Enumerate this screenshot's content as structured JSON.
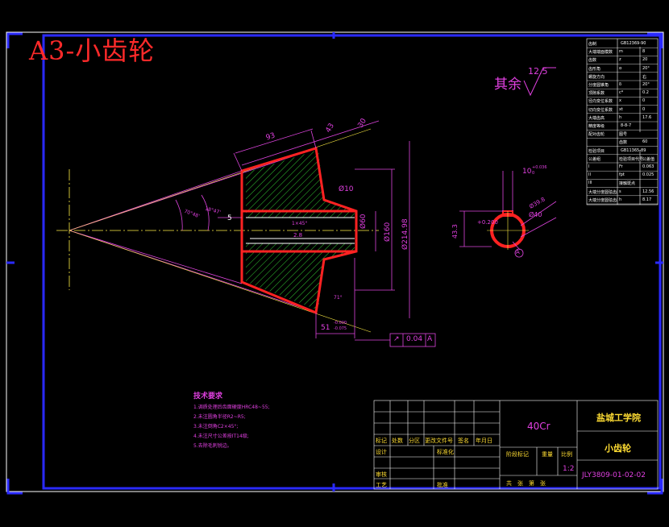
{
  "title": "A3-小齿轮",
  "roughness": {
    "label": "其余",
    "value": "12.5"
  },
  "tech_requirements": {
    "title": "技术要求",
    "lines": [
      "1.调质处理后齿面硬度HRC48~55;",
      "2.未注圆角半径R2~R5;",
      "3.未注倒角C2×45°;",
      "4.未注尺寸公差按IT14级;",
      "5.去除毛刺锐边。"
    ]
  },
  "title_block": {
    "material": "40Cr",
    "school": "盐城工学院",
    "part_name": "小齿轮",
    "drawing_no": "JLY3809-01-02-02",
    "scale": "1:2",
    "headers": [
      "标记",
      "处数",
      "分区",
      "更改文件号",
      "签名",
      "年月日"
    ],
    "design": "设计",
    "standard": "标准化",
    "review": "审核",
    "craft": "工艺",
    "approve": "批准",
    "stage": "阶段标记",
    "weight": "重量",
    "ratio": "比例",
    "sheets": "共　张　第　张"
  },
  "params_table": {
    "rows": [
      [
        "齿制",
        "GB12369-90"
      ],
      [
        "大端端面模数",
        "m",
        "8"
      ],
      [
        "齿数",
        "z",
        "20"
      ],
      [
        "齿形角",
        "α",
        "20°"
      ],
      [
        "螺旋方向",
        "",
        "右"
      ],
      [
        "分度圆锥角",
        "δ",
        "20°"
      ],
      [
        "顶隙系数",
        "c*",
        "0.2"
      ],
      [
        "径向变位系数",
        "x",
        "0"
      ],
      [
        "切向变位系数",
        "xt",
        "0"
      ],
      [
        "大端齿高",
        "h",
        "17.6"
      ],
      [
        "精度等级",
        "8-8-7"
      ],
      [
        "配对齿轮",
        "图号",
        ""
      ],
      [
        "",
        "齿数",
        "60"
      ],
      [
        "检验项目",
        "GB11365-89"
      ],
      [
        "公差组",
        "检验项目代号",
        "公差值"
      ],
      [
        "I",
        "Fr",
        "0.063"
      ],
      [
        "II",
        "fpt",
        "0.025"
      ],
      [
        "III",
        "接触斑点",
        ""
      ],
      [
        "大端分度圆弦齿厚",
        "s",
        "12.56"
      ],
      [
        "大端分度圆弦齿高",
        "h",
        "8.17"
      ]
    ]
  },
  "dims": {
    "d93": "93",
    "d43": "43",
    "d30": "30",
    "r10": "Ø10",
    "a1": "70°48'",
    "a2": "18°47'",
    "d5": "5",
    "c1": "1×45°",
    "c2": "2.8",
    "dia60": "Ø60",
    "dia160": "Ø160",
    "dia214": "Ø214.98",
    "d51": "51",
    "tol51": "-0.000",
    "tol51b": "-0.075",
    "a3": "71°",
    "gdt_sym": "↗",
    "gdt_val": "0.04",
    "gdt_ref": "A",
    "key_w": "10",
    "key_tol": "+0.036",
    "key_tol2": "0",
    "ring1": "Ø40",
    "ring2": "Ø39.8",
    "hole_d": "43.3",
    "tol_h": "+0.200",
    "ref_a": "A"
  }
}
